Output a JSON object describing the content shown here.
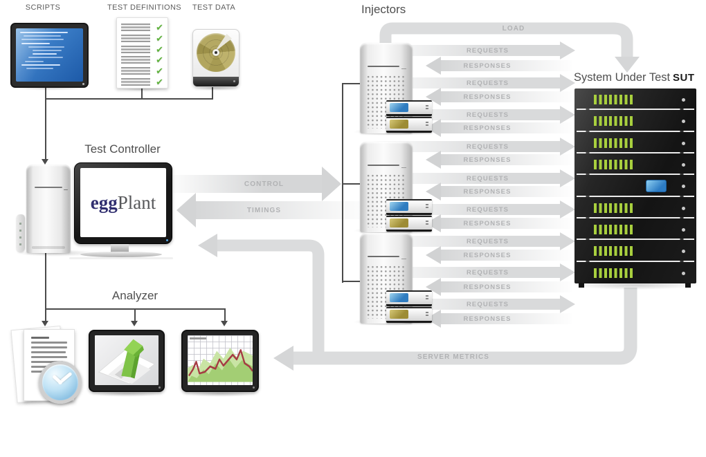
{
  "sources": {
    "scripts_label": "SCRIPTS",
    "definitions_label": "TEST DEFINITIONS",
    "data_label": "TEST DATA"
  },
  "controller": {
    "label": "Test Controller",
    "brand": {
      "egg": "egg",
      "plant": "Plant"
    }
  },
  "injectors": {
    "label": "Injectors",
    "count": 3
  },
  "analyzer": {
    "label": "Analyzer"
  },
  "sut": {
    "label": "System Under Test",
    "abbr": "SUT",
    "rack_rows": [
      {
        "indicator": "leds"
      },
      {
        "indicator": "leds"
      },
      {
        "indicator": "leds"
      },
      {
        "indicator": "leds"
      },
      {
        "indicator": "screen"
      },
      {
        "indicator": "leds"
      },
      {
        "indicator": "leds"
      },
      {
        "indicator": "leds"
      },
      {
        "indicator": "leds"
      }
    ]
  },
  "flows": {
    "load": "LOAD",
    "requests": "REQUESTS",
    "responses": "RESPONSES",
    "control": "CONTROL",
    "timings": "TIMINGS",
    "server_metrics": "SERVER METRICS",
    "request_response_pairs_per_injector": 3
  },
  "icons": {
    "check": "✔"
  },
  "colors": {
    "flow_arrow": "#d8d9da",
    "flow_label": "#b1b2b4",
    "section_label": "#4f4f4f",
    "connector_line": "#4a4a4a",
    "screen_blue": "#2f7cc0",
    "check_green": "#5fb33c",
    "led_green": "#a8cf3e",
    "egg_navy": "#302e6f",
    "plant_gray": "#57585a",
    "chart_line_red": "#a53b43",
    "chart_area_green": "#a3ce74",
    "disc_gold": "#b0a45c"
  }
}
